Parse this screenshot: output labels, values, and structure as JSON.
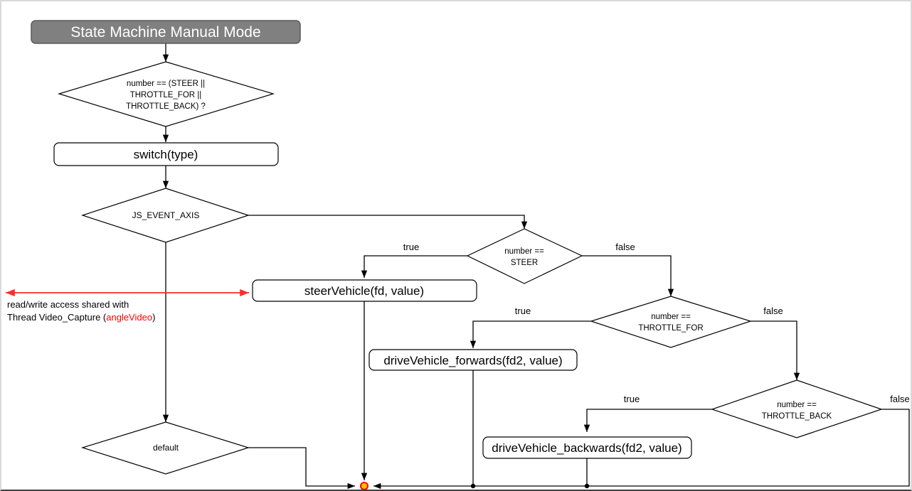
{
  "diagram": {
    "title": "State Machine Manual Mode",
    "nodes": {
      "start": {
        "label": "State Machine Manual Mode",
        "type": "title-box"
      },
      "cond_number": {
        "line1": "number == (STEER ||",
        "line2": "THROTTLE_FOR  ||",
        "line3": "THROTTLE_BACK) ?",
        "type": "decision"
      },
      "switch_type": {
        "label": "switch(type)",
        "type": "process"
      },
      "js_event_axis": {
        "label": "JS_EVENT_AXIS",
        "type": "decision"
      },
      "default_case": {
        "label": "default",
        "type": "decision"
      },
      "dec_steer": {
        "line1": "number ==",
        "line2": "STEER",
        "type": "decision"
      },
      "dec_throttle_for": {
        "line1": "number ==",
        "line2": "THROTTLE_FOR",
        "type": "decision"
      },
      "dec_throttle_back": {
        "line1": "number ==",
        "line2": "THROTTLE_BACK",
        "type": "decision"
      },
      "steer_vehicle": {
        "label": "steerVehicle(fd, value)",
        "type": "process"
      },
      "drive_forwards": {
        "label": "driveVehicle_forwards(fd2, value)",
        "type": "process"
      },
      "drive_backwards": {
        "label": "driveVehicle_backwards(fd2, value)",
        "type": "process"
      },
      "merge": {
        "label": "",
        "type": "merge-point"
      }
    },
    "edge_labels": {
      "steer_true": "true",
      "steer_false": "false",
      "throttle_for_true": "true",
      "throttle_for_false": "false",
      "throttle_back_true": "true",
      "throttle_back_false": "false"
    },
    "annotation": {
      "line1": "read/write access shared with",
      "line2_prefix": "Thread Video_Capture (",
      "line2_highlight": "angleVideo",
      "line2_suffix": ")"
    },
    "colors": {
      "title_fill": "#808080",
      "title_stroke": "#595959",
      "title_text": "#ffffff",
      "shape_stroke": "#000000",
      "shape_fill": "#ffffff",
      "connector": "#000000",
      "annotation_arrow": "#ff2b2b",
      "annotation_highlight": "#ff0000",
      "merge_point_fill": "#ffc000",
      "merge_point_stroke": "#ff0000",
      "canvas_border": "#d9d9d9"
    }
  }
}
